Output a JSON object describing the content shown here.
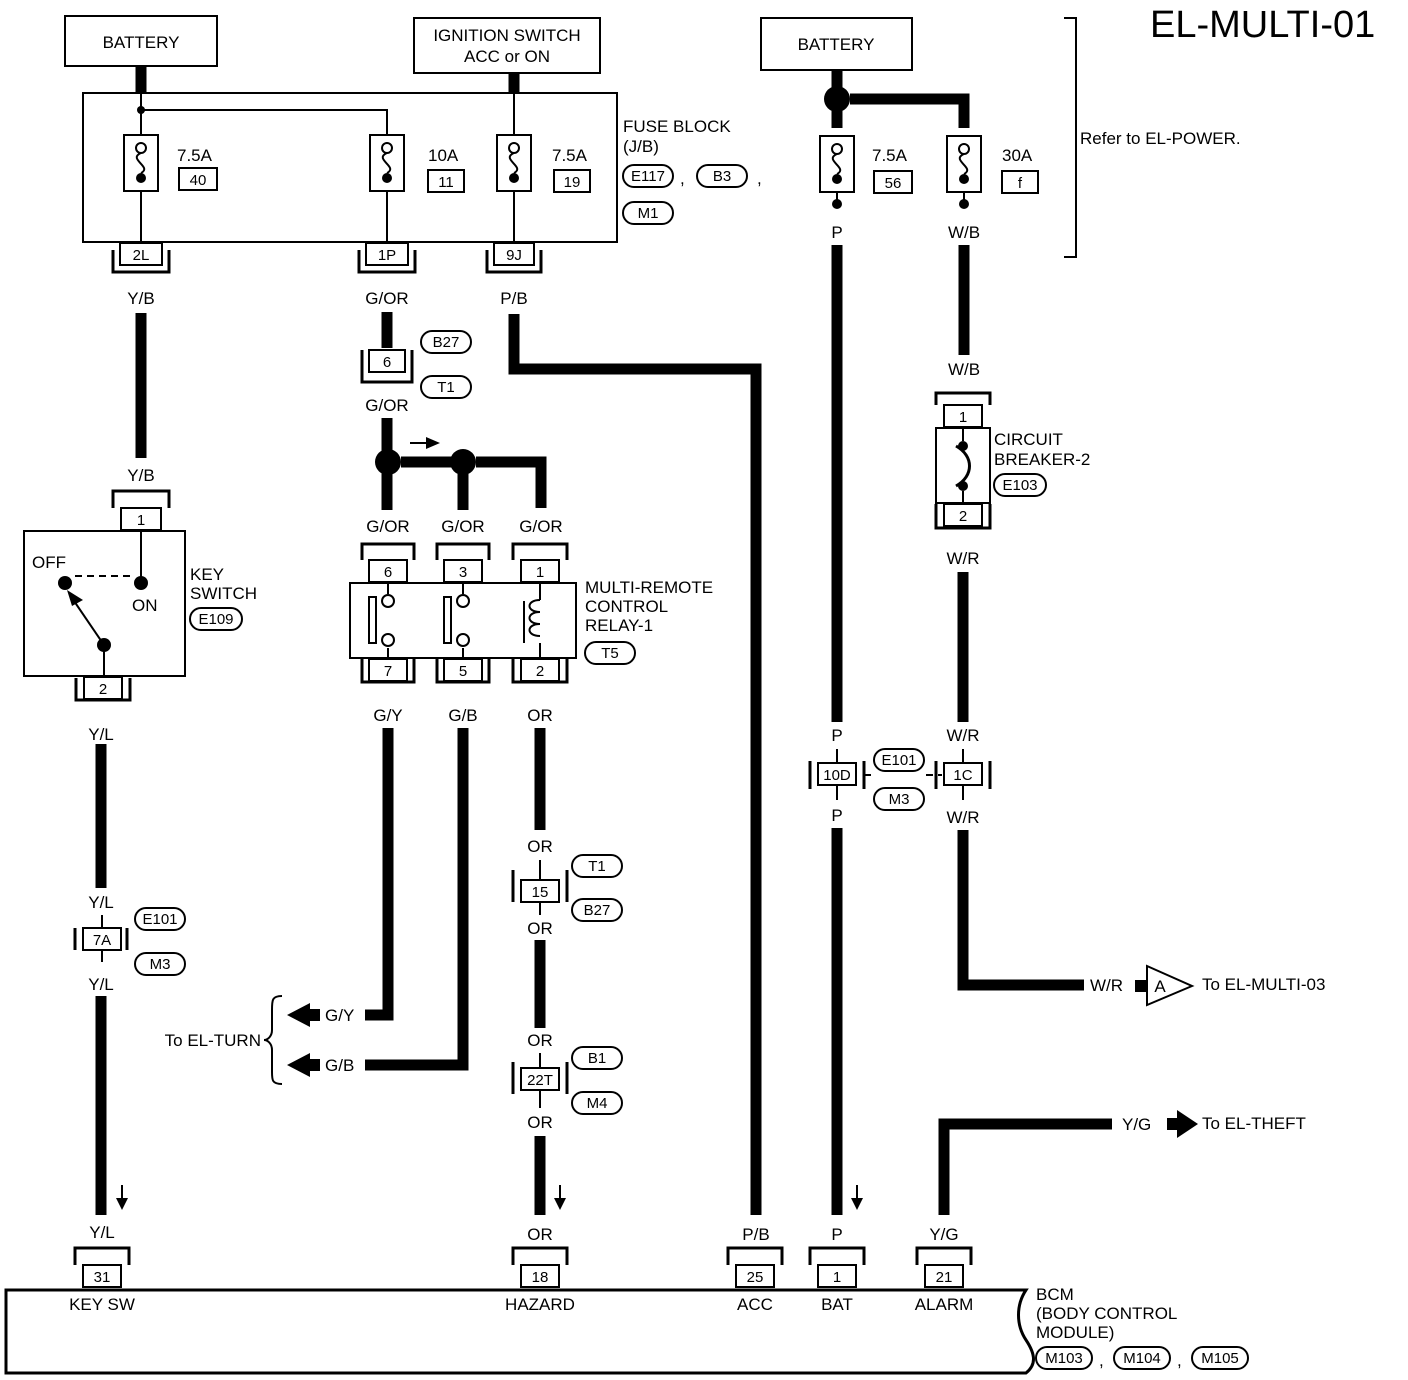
{
  "title": "EL-MULTI-01",
  "sources": {
    "battery_left": "BATTERY",
    "ignition_line1": "IGNITION SWITCH",
    "ignition_line2": "ACC or ON",
    "battery_right": "BATTERY",
    "refer": "Refer to EL-POWER."
  },
  "fuse_block": {
    "label_line1": "FUSE BLOCK",
    "label_line2": "(J/B)",
    "connectors": [
      "E117",
      "B3",
      "M1"
    ],
    "fuses": [
      {
        "rating": "7.5A",
        "number": "40",
        "pin": "2L"
      },
      {
        "rating": "10A",
        "number": "11",
        "pin": "1P"
      },
      {
        "rating": "7.5A",
        "number": "19",
        "pin": "9J"
      }
    ],
    "right_fuses": [
      {
        "rating": "7.5A",
        "number": "56"
      },
      {
        "rating": "30A",
        "number": "f"
      }
    ]
  },
  "wire_colors": {
    "yb": "Y/B",
    "yl": "Y/L",
    "gor": "G/OR",
    "pb": "P/B",
    "gy": "G/Y",
    "gb": "G/B",
    "or": "OR",
    "p": "P",
    "wb": "W/B",
    "wr": "W/R",
    "yg": "Y/G"
  },
  "key_switch": {
    "label_line1": "KEY",
    "label_line2": "SWITCH",
    "connector": "E109",
    "off": "OFF",
    "on": "ON",
    "pin_top": "1",
    "pin_bottom": "2"
  },
  "relay": {
    "label_line1": "MULTI-REMOTE",
    "label_line2": "CONTROL",
    "label_line3": "RELAY-1",
    "connector": "T5",
    "pins_top": [
      "6",
      "3",
      "1"
    ],
    "pins_bottom": [
      "7",
      "5",
      "2"
    ]
  },
  "breaker": {
    "label_line1": "CIRCUIT",
    "label_line2": "BREAKER-2",
    "connector": "E103",
    "pin_top": "1",
    "pin_bottom": "2"
  },
  "inline_connectors": {
    "c6": {
      "pin": "6",
      "tags": [
        "B27",
        "T1"
      ]
    },
    "c15": {
      "pin": "15",
      "tags": [
        "T1",
        "B27"
      ]
    },
    "c22t": {
      "pin": "22T",
      "tags": [
        "B1",
        "M4"
      ]
    },
    "c7a": {
      "pin": "7A",
      "tags": [
        "E101",
        "M3"
      ]
    },
    "c10d": {
      "pin": "10D",
      "tags": [
        "E101",
        "M3"
      ]
    },
    "c1c": {
      "pin": "1C"
    }
  },
  "destinations": {
    "turn": "To EL-TURN",
    "multi03_tag": "A",
    "multi03": "To EL-MULTI-03",
    "theft": "To EL-THEFT"
  },
  "bcm": {
    "label_line1": "BCM",
    "label_line2": "(BODY CONTROL",
    "label_line3": "MODULE)",
    "connectors": [
      "M103",
      "M104",
      "M105"
    ],
    "terminals": [
      {
        "pin": "31",
        "name": "KEY SW"
      },
      {
        "pin": "18",
        "name": "HAZARD"
      },
      {
        "pin": "25",
        "name": "ACC"
      },
      {
        "pin": "1",
        "name": "BAT"
      },
      {
        "pin": "21",
        "name": "ALARM"
      }
    ]
  },
  "separator": ","
}
